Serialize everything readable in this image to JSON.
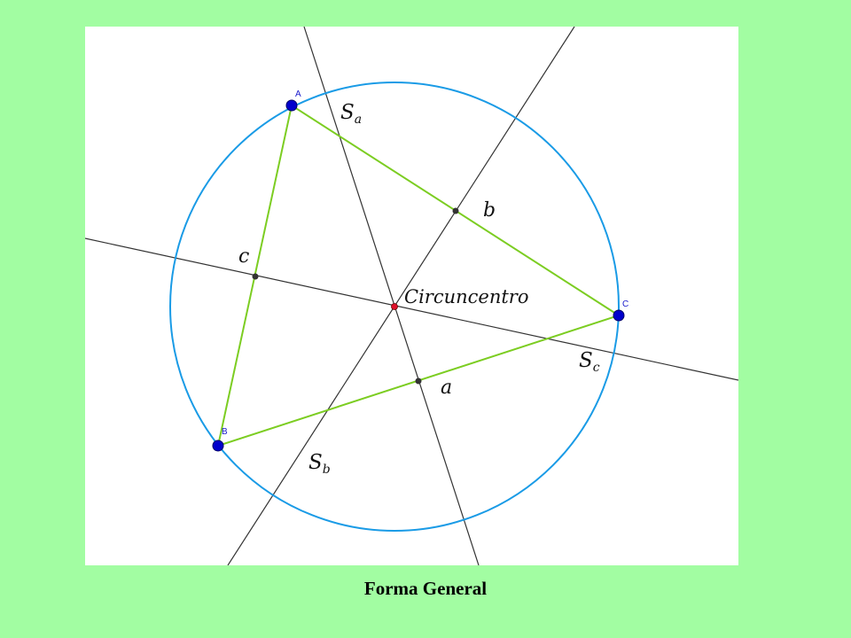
{
  "caption": "Forma General",
  "colors": {
    "background": "#a2fda2",
    "circle": "#1a9be6",
    "triangle": "#7ccd22",
    "bisector": "#333333",
    "vertex": "#0000cc",
    "circumcenter": "#e0102a"
  },
  "vertices": {
    "A": "A",
    "B": "B",
    "C": "C"
  },
  "sides": {
    "a": "a",
    "b": "b",
    "c": "c"
  },
  "bisectors": {
    "Sa": {
      "main": "S",
      "sub": "a"
    },
    "Sb": {
      "main": "S",
      "sub": "b"
    },
    "Sc": {
      "main": "S",
      "sub": "c"
    }
  },
  "center_label": "Circuncentro"
}
